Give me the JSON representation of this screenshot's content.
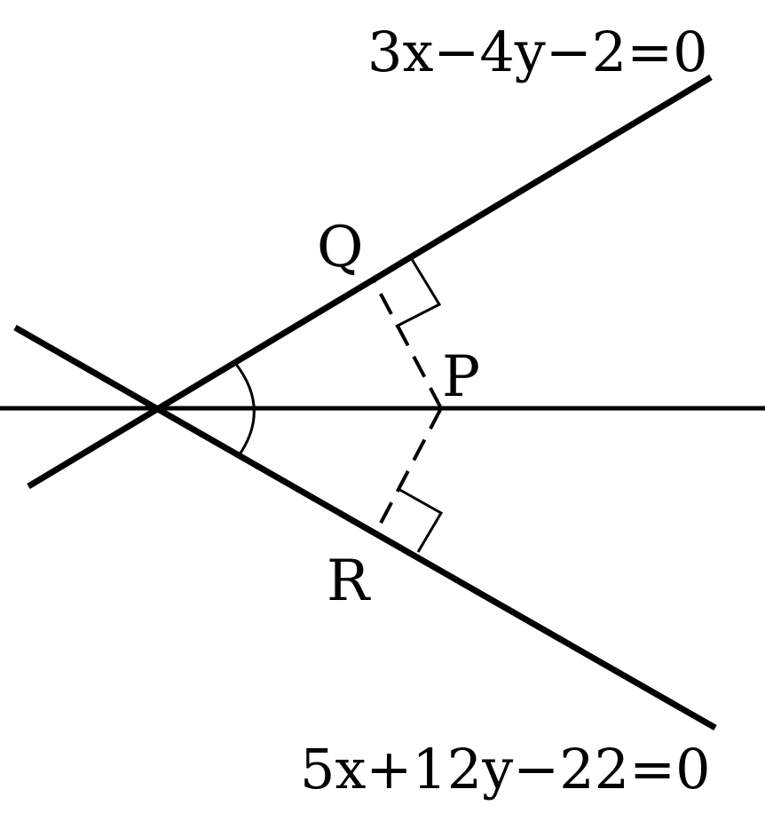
{
  "diagram": {
    "equation_top": "3x−4y−2=0",
    "equation_bottom": "5x+12y−22=0",
    "point_q": "Q",
    "point_p": "P",
    "point_r": "R"
  }
}
